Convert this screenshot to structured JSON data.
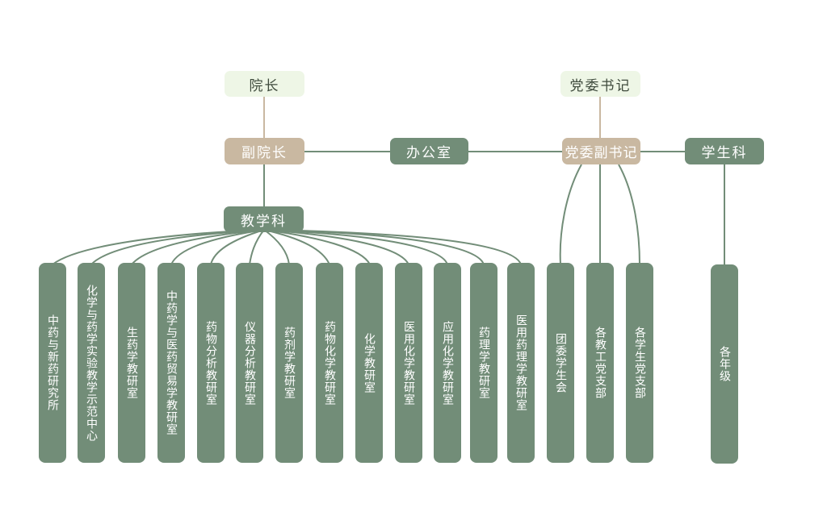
{
  "top": {
    "dean": "院长",
    "party_secretary": "党委书记"
  },
  "middle": {
    "vice_dean": "副院长",
    "office": "办公室",
    "deputy_secretary": "党委副书记",
    "student_affairs": "学生科"
  },
  "teaching_office": "教学科",
  "departments": [
    "中药与新药研究所",
    "化学与药学实验教学示范中心",
    "生药学教研室",
    "中药学与医药贸易学教研室",
    "药物分析教研室",
    "仪器分析教研室",
    "药剂学教研室",
    "药物化学教研室",
    "化学教研室",
    "医用化学教研室",
    "应用化学教研室",
    "药理学教研室",
    "医用药理学教研室"
  ],
  "party_units": [
    "团委学生会",
    "各教工党支部",
    "各学生党支部"
  ],
  "grades": "各年级",
  "colors": {
    "green": "#728d78",
    "tan": "#c9b8a1",
    "mint": "#eef6e6"
  }
}
